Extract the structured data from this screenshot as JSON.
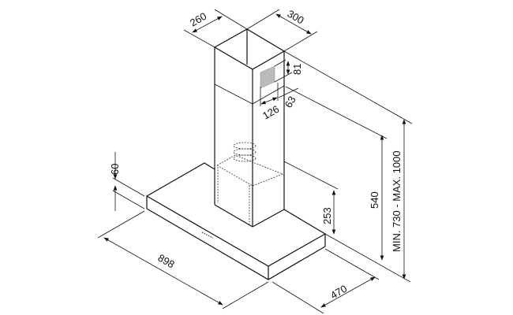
{
  "title": "Cooker hood dimensions drawing",
  "dimensions": {
    "chimney_width": "260",
    "chimney_depth": "300",
    "vent_height": "81",
    "vent_offset": "63",
    "vent_width": "126",
    "hood_thickness": "60",
    "hood_width": "898",
    "hood_depth": "470",
    "canopy_height": "253",
    "min_height": "540",
    "chimney_range": "MIN. 730 - MAX. 1000"
  },
  "colors": {
    "line": "#111111",
    "background": "#ffffff"
  }
}
